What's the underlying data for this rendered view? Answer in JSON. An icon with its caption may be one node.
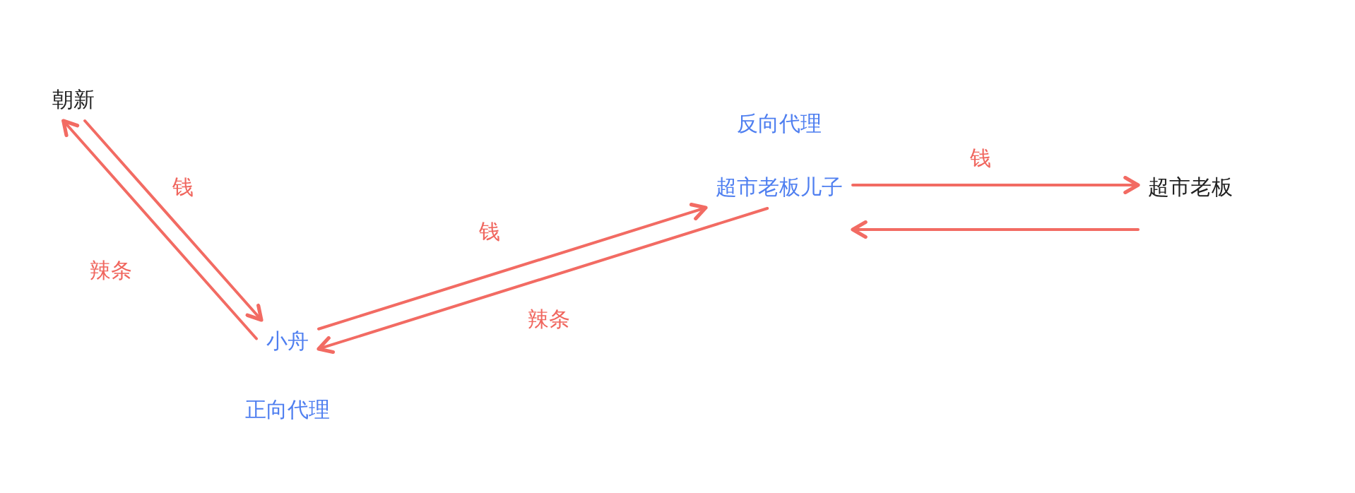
{
  "diagram": {
    "nodes": [
      {
        "text": [
          "朝新"
        ]
      },
      {
        "text": [
          "小舟"
        ],
        "beside": [
          "正向代理"
        ]
      },
      {
        "text": [
          "超市老板儿子"
        ],
        "beside": [
          "反向代理"
        ]
      },
      {
        "text": [
          "超市老板"
        ]
      }
    ],
    "edges": [
      {
        "from": 1,
        "to": 0,
        "arrow": "to",
        "label": "辣条"
      },
      {
        "from": 0,
        "to": 1,
        "arrow": "to",
        "label": "钱"
      },
      {
        "from": 1,
        "to": 2,
        "arrow": "to",
        "label": "钱"
      },
      {
        "from": 2,
        "to": 1,
        "arrow": "to",
        "label": "辣条"
      },
      {
        "from": 2,
        "to": 3,
        "arrow": "to",
        "label": "钱"
      },
      {
        "from": 3,
        "to": 2,
        "arrow": "to"
      }
    ]
  }
}
